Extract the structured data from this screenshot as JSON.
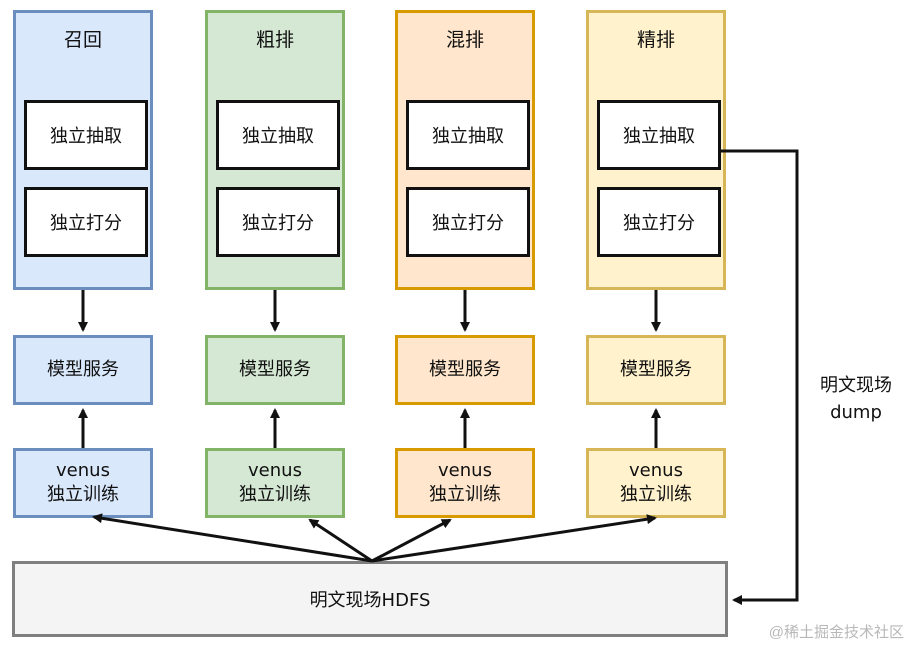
{
  "lanes": [
    {
      "title": "召回",
      "extract": "独立抽取",
      "score": "独立打分",
      "service": "模型服务",
      "train_line1": "venus",
      "train_line2": "独立训练",
      "colors": {
        "fill": "#dae8fc",
        "stroke": "#6c8ebf"
      }
    },
    {
      "title": "粗排",
      "extract": "独立抽取",
      "score": "独立打分",
      "service": "模型服务",
      "train_line1": "venus",
      "train_line2": "独立训练",
      "colors": {
        "fill": "#d5e8d4",
        "stroke": "#82b366"
      }
    },
    {
      "title": "混排",
      "extract": "独立抽取",
      "score": "独立打分",
      "service": "模型服务",
      "train_line1": "venus",
      "train_line2": "独立训练",
      "colors": {
        "fill": "#ffe6cc",
        "stroke": "#d79b00"
      }
    },
    {
      "title": "精排",
      "extract": "独立抽取",
      "score": "独立打分",
      "service": "模型服务",
      "train_line1": "venus",
      "train_line2": "独立训练",
      "colors": {
        "fill": "#fff2cc",
        "stroke": "#d6b656"
      }
    }
  ],
  "hdfs": {
    "label": "明文现场HDFS",
    "colors": {
      "fill": "#f4f4f4",
      "stroke": "#7f7f7f"
    }
  },
  "side_label": {
    "line1": "明文现场",
    "line2": "dump"
  },
  "watermark": "@稀土掘金技术社区"
}
